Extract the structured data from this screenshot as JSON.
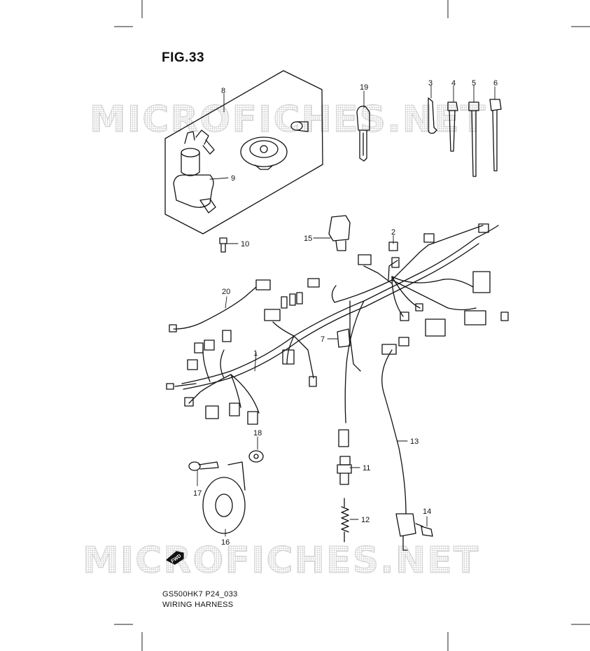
{
  "figure": {
    "title": "FIG.33",
    "model_code": "GS500HK7 P24_033",
    "section_name": "WIRING HARNESS"
  },
  "watermark": {
    "text": "MICROFICHES.NET"
  },
  "fwd_marker": {
    "label": "FWD"
  },
  "callouts": [
    {
      "id": "callout-1",
      "number": "1"
    },
    {
      "id": "callout-2",
      "number": "2"
    },
    {
      "id": "callout-3",
      "number": "3"
    },
    {
      "id": "callout-4",
      "number": "4"
    },
    {
      "id": "callout-5",
      "number": "5"
    },
    {
      "id": "callout-6",
      "number": "6"
    },
    {
      "id": "callout-7",
      "number": "7"
    },
    {
      "id": "callout-8",
      "number": "8"
    },
    {
      "id": "callout-9",
      "number": "9"
    },
    {
      "id": "callout-10",
      "number": "10"
    },
    {
      "id": "callout-11",
      "number": "11"
    },
    {
      "id": "callout-12",
      "number": "12"
    },
    {
      "id": "callout-13",
      "number": "13"
    },
    {
      "id": "callout-14",
      "number": "14"
    },
    {
      "id": "callout-15",
      "number": "15"
    },
    {
      "id": "callout-16",
      "number": "16"
    },
    {
      "id": "callout-17",
      "number": "17"
    },
    {
      "id": "callout-18",
      "number": "18"
    },
    {
      "id": "callout-19",
      "number": "19"
    },
    {
      "id": "callout-20",
      "number": "20"
    }
  ],
  "colors": {
    "ink": "#111111",
    "watermark": "#bdbdbd",
    "paper": "#ffffff"
  }
}
